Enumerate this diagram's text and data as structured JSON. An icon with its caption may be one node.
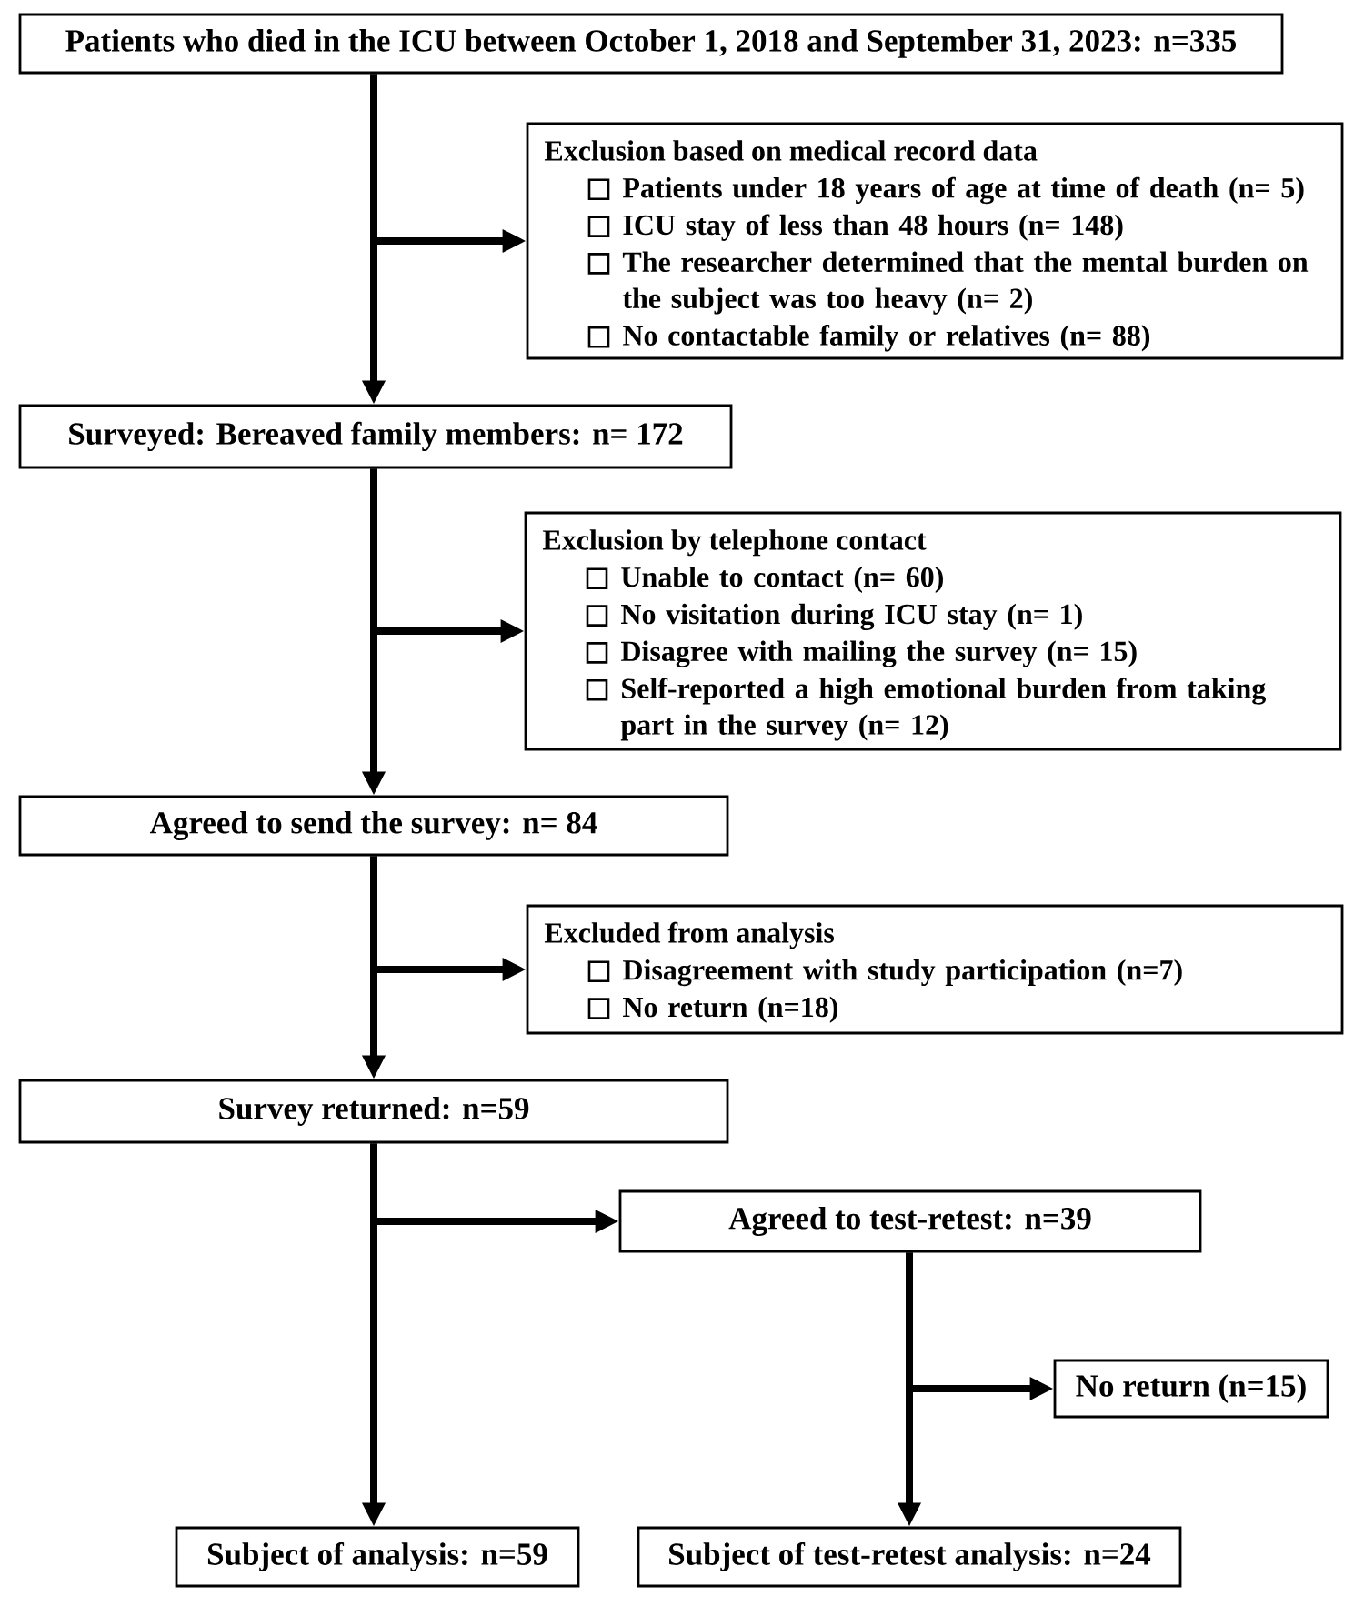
{
  "diagram": {
    "nodes": [
      {
        "text": [
          "Patients who died in the ICU between October 1, 2018 and September 31, 2023: n=335"
        ]
      },
      {
        "text": [
          "Exclusion based on medical record data",
          "Patients under 18 years of age at time of death (n= 5)",
          "ICU stay of less than 48 hours (n= 148)",
          "The researcher determined that the mental burden on the subject was too heavy (n= 2)",
          "No contactable family or relatives (n= 88)"
        ]
      },
      {
        "text": [
          "Surveyed: Bereaved family members: n= 172"
        ]
      },
      {
        "text": [
          "Exclusion by telephone contact",
          "Unable to contact (n= 60)",
          "No visitation during ICU stay (n= 1)",
          "Disagree with mailing the survey (n= 15)",
          "Self-reported a high emotional burden from taking part in the survey (n= 12)"
        ]
      },
      {
        "text": [
          "Agreed to send the survey: n= 84"
        ]
      },
      {
        "text": [
          "Excluded from analysis",
          "Disagreement with study participation (n=7)",
          "No return (n=18)"
        ]
      },
      {
        "text": [
          "Survey returned: n=59"
        ]
      },
      {
        "text": [
          "Agreed to test-retest: n=39"
        ]
      },
      {
        "text": [
          "No return (n=15)"
        ]
      },
      {
        "text": [
          "Subject of analysis: n=59"
        ]
      },
      {
        "text": [
          "Subject of test-retest analysis: n=24"
        ]
      }
    ],
    "edges": [
      {
        "from": 0,
        "to": 2,
        "arrow": "to"
      },
      {
        "from": 0,
        "to": 1,
        "arrow": "to"
      },
      {
        "from": 2,
        "to": 4,
        "arrow": "to"
      },
      {
        "from": 2,
        "to": 3,
        "arrow": "to"
      },
      {
        "from": 4,
        "to": 6,
        "arrow": "to"
      },
      {
        "from": 4,
        "to": 5,
        "arrow": "to"
      },
      {
        "from": 6,
        "to": 9,
        "arrow": "to"
      },
      {
        "from": 6,
        "to": 7,
        "arrow": "to"
      },
      {
        "from": 7,
        "to": 10,
        "arrow": "to"
      },
      {
        "from": 7,
        "to": 8,
        "arrow": "to"
      }
    ]
  }
}
